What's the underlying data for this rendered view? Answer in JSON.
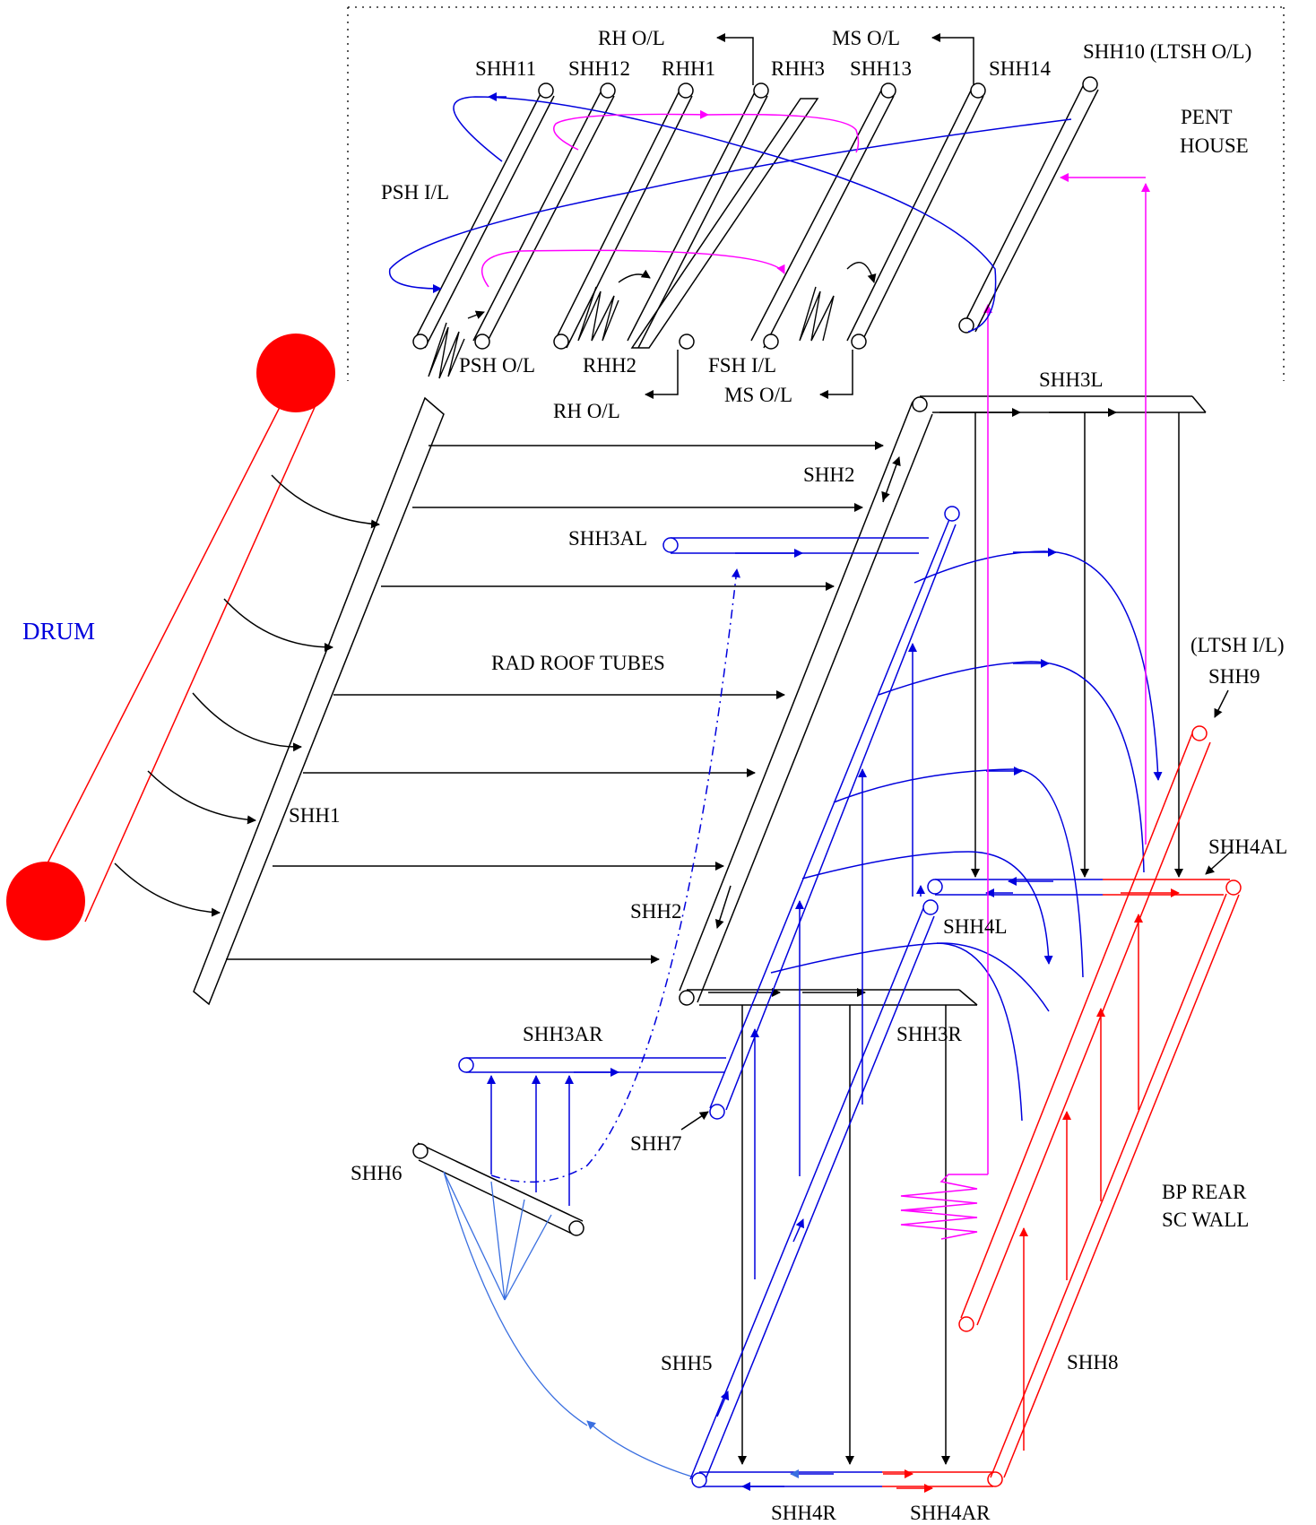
{
  "colors": {
    "black": "#000000",
    "blue": "#0000dd",
    "light_blue": "#3a6fe0",
    "red": "#ff0000",
    "magenta": "#ff00ff",
    "drum_fill": "#ff0000"
  },
  "labels": {
    "drum": "DRUM",
    "rad_roof_tubes": "RAD ROOF TUBES",
    "pent_house_1": "PENT",
    "pent_house_2": "HOUSE",
    "bp_rear_1": "BP REAR",
    "bp_rear_2": "SC WALL",
    "shh1": "SHH1",
    "shh2_top": "SHH2",
    "shh2_bottom": "SHH2",
    "shh3l": "SHH3L",
    "shh3r": "SHH3R",
    "shh3al": "SHH3AL",
    "shh3ar": "SHH3AR",
    "shh4l": "SHH4L",
    "shh4al": "SHH4AL",
    "shh4r": "SHH4R",
    "shh4ar": "SHH4AR",
    "shh5": "SHH5",
    "shh6": "SHH6",
    "shh7": "SHH7",
    "shh8": "SHH8",
    "shh9": "SHH9",
    "ltsh_il": "(LTSH I/L)",
    "shh10": "SHH10 (LTSH O/L)",
    "shh11": "SHH11",
    "shh12": "SHH12",
    "shh13": "SHH13",
    "shh14": "SHH14",
    "rhh1": "RHH1",
    "rhh2": "RHH2",
    "rhh3": "RHH3",
    "rh_ol_top": "RH O/L",
    "rh_ol_bottom": "RH O/L",
    "ms_ol_top": "MS O/L",
    "ms_ol_bottom": "MS O/L",
    "psh_il": "PSH I/L",
    "psh_ol": "PSH O/L",
    "fsh_il": "FSH I/L"
  }
}
